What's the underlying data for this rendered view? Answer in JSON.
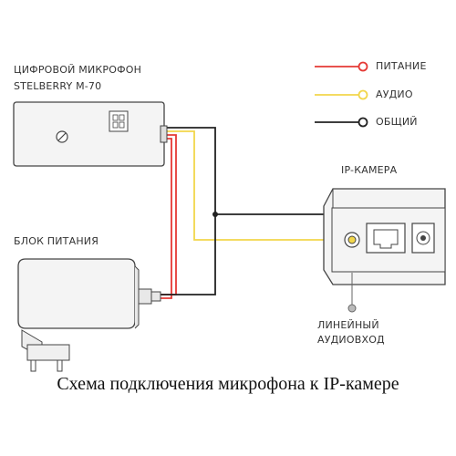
{
  "labels": {
    "mic_line1": "ЦИФРОВОЙ МИКРОФОН",
    "mic_line2": "STELBERRY M-70",
    "power_supply": "БЛОК ПИТАНИЯ",
    "ip_camera": "IP-КАМЕРА",
    "line_in_1": "ЛИНЕЙНЫЙ",
    "line_in_2": "АУДИОВХОД"
  },
  "legend": [
    {
      "label": "ПИТАНИЕ",
      "color": "#e53935"
    },
    {
      "label": "АУДИО",
      "color": "#f2d64b"
    },
    {
      "label": "ОБЩИЙ",
      "color": "#222222"
    }
  ],
  "caption": "Схема подключения микрофона к IP-камере",
  "colors": {
    "power": "#e53935",
    "audio": "#f2d64b",
    "common": "#222222"
  }
}
